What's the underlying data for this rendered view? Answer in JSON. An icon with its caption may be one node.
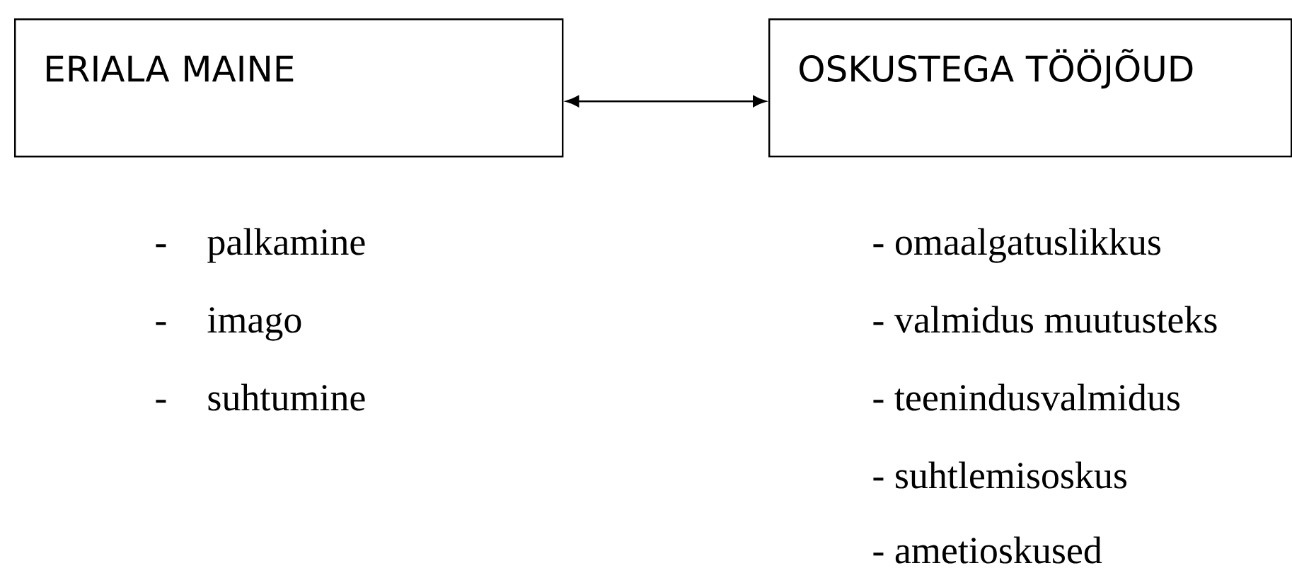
{
  "diagram": {
    "nodes": [
      {
        "text": [
          "ERIALA MAINE"
        ]
      },
      {
        "text": [
          "OSKUSTEGA TÖÖJÕUD"
        ]
      }
    ],
    "edges": [
      {
        "from": 0,
        "to": 1,
        "arrow": "both"
      }
    ],
    "labels": [
      "-",
      "palkamine",
      "- omaalgatuslikkus",
      "-",
      "imago",
      "- valmidus muutusteks",
      "-",
      "suhtumine",
      "- teenindusvalmidus",
      "- suhtlemisoskus",
      "- ametioskused"
    ]
  }
}
